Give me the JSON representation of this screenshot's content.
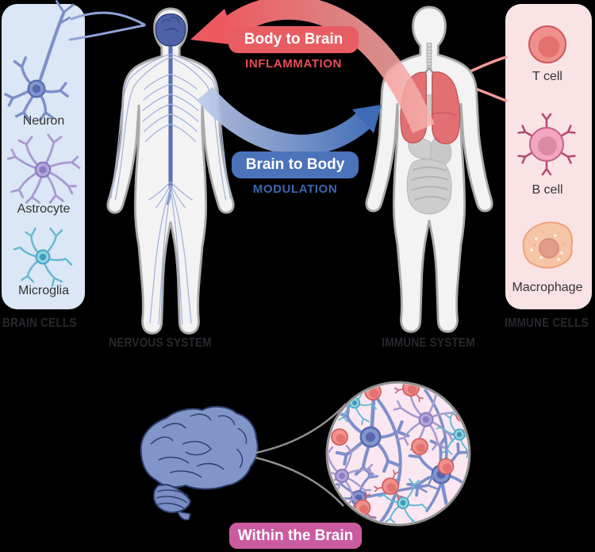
{
  "panels": {
    "brain_cells": {
      "title": "BRAIN CELLS",
      "bg": "#dbe6f6",
      "items": [
        {
          "label": "Neuron",
          "icon": "neuron-cell-icon",
          "color": "#8296ce"
        },
        {
          "label": "Astrocyte",
          "icon": "astrocyte-cell-icon",
          "color": "#b4a7d7"
        },
        {
          "label": "Microglia",
          "icon": "microglia-cell-icon",
          "color": "#93d4e3"
        }
      ]
    },
    "immune_cells": {
      "title": "IMMUNE CELLS",
      "bg": "#fae3e5",
      "items": [
        {
          "label": "T cell",
          "icon": "t-cell-icon",
          "color": "#f0918e"
        },
        {
          "label": "B cell",
          "icon": "b-cell-icon",
          "color": "#f3a6c0"
        },
        {
          "label": "Macrophage",
          "icon": "macrophage-cell-icon",
          "color": "#f6c5a5"
        }
      ]
    }
  },
  "figures": {
    "nervous_system": {
      "label": "NERVOUS SYSTEM"
    },
    "immune_system": {
      "label": "IMMUNE SYSTEM"
    }
  },
  "arrows": {
    "body_to_brain": {
      "label": "Body to Brain",
      "sublabel": "INFLAMMATION",
      "badge_color": "#e85d62",
      "sublabel_color": "#e84c56"
    },
    "brain_to_body": {
      "label": "Brain to Body",
      "sublabel": "MODULATION",
      "badge_color": "#4a73b9",
      "sublabel_color": "#3c67b1"
    }
  },
  "within_brain": {
    "label": "Within the Brain",
    "badge_color": "#cb5ba0"
  }
}
